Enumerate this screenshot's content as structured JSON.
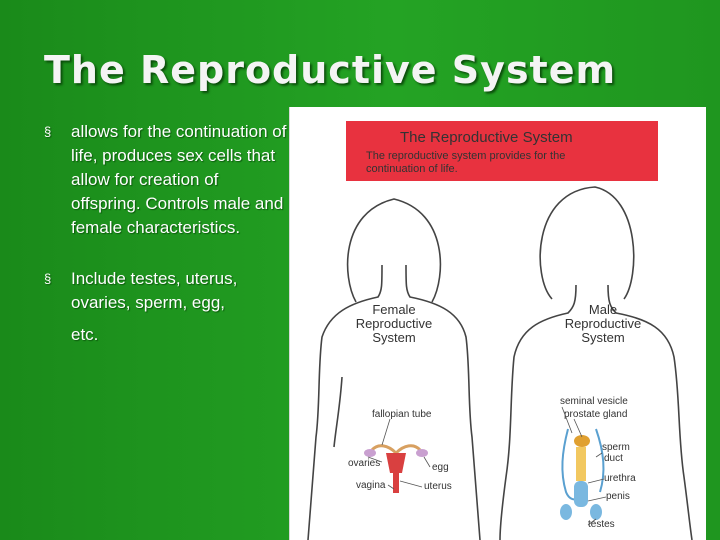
{
  "slide": {
    "title": "The Reproductive System",
    "bullets": [
      "allows for the continuation of life, produces sex cells that allow for creation of offspring. Controls male and female characteristics.",
      "Include testes, uterus, ovaries, sperm, egg,"
    ],
    "bullet_tail": "etc.",
    "bullet_marker": "§"
  },
  "figure": {
    "banner_title": "The Reproductive System",
    "banner_text_1": "The reproductive system provides for the",
    "banner_text_2": "continuation of life.",
    "female_label": [
      "Female",
      "Reproductive",
      "System"
    ],
    "male_label": [
      "Male",
      "Reproductive",
      "System"
    ],
    "female_parts": [
      "fallopian tube",
      "ovaries",
      "egg",
      "vagina",
      "uterus"
    ],
    "male_parts": [
      "seminal vesicle",
      "prostate gland",
      "sperm",
      "duct",
      "urethra",
      "penis",
      "testes"
    ],
    "colors": {
      "banner": "#e8323f",
      "organs_female": "#d94040",
      "organs_male": "#e0a030",
      "ducts": "#5aa0d0"
    }
  }
}
